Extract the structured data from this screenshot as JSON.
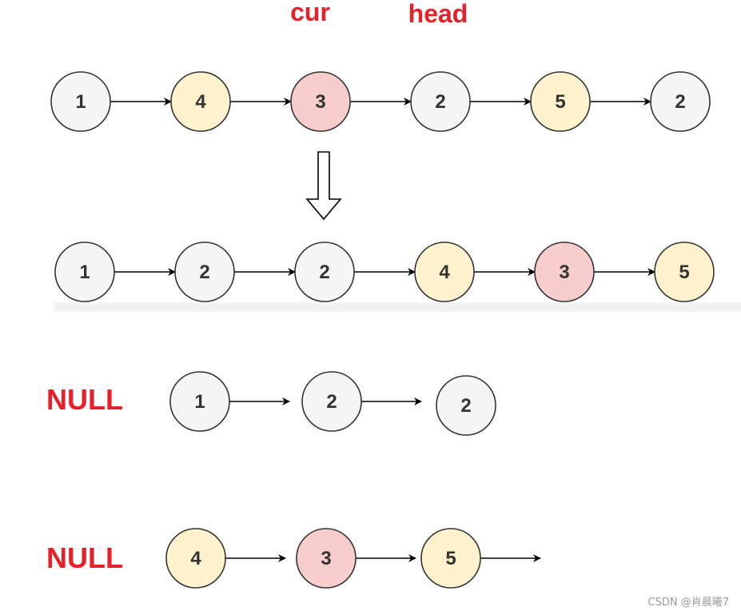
{
  "labels": {
    "cur": "cur",
    "head": "head",
    "null_top": "NULL",
    "null_bottom": "NULL"
  },
  "colors": {
    "gray": "#f5f5f5",
    "yellow": "#fff2cc",
    "red": "#f8cecc",
    "stroke": "#333333",
    "label": "#e8202a"
  },
  "rows": [
    {
      "name": "row-original",
      "nodes": [
        {
          "v": "1",
          "c": "gray"
        },
        {
          "v": "4",
          "c": "yellow"
        },
        {
          "v": "3",
          "c": "red"
        },
        {
          "v": "2",
          "c": "gray"
        },
        {
          "v": "5",
          "c": "yellow"
        },
        {
          "v": "2",
          "c": "gray"
        }
      ]
    },
    {
      "name": "row-partitioned",
      "nodes": [
        {
          "v": "1",
          "c": "gray"
        },
        {
          "v": "2",
          "c": "gray"
        },
        {
          "v": "2",
          "c": "gray"
        },
        {
          "v": "4",
          "c": "yellow"
        },
        {
          "v": "3",
          "c": "red"
        },
        {
          "v": "5",
          "c": "yellow"
        }
      ]
    },
    {
      "name": "row-small-list",
      "nodes": [
        {
          "v": "1",
          "c": "gray"
        },
        {
          "v": "2",
          "c": "gray"
        },
        {
          "v": "2",
          "c": "gray"
        }
      ]
    },
    {
      "name": "row-large-list",
      "nodes": [
        {
          "v": "4",
          "c": "yellow"
        },
        {
          "v": "3",
          "c": "red"
        },
        {
          "v": "5",
          "c": "yellow"
        }
      ]
    }
  ],
  "watermark": "CSDN @肖晨曦7"
}
